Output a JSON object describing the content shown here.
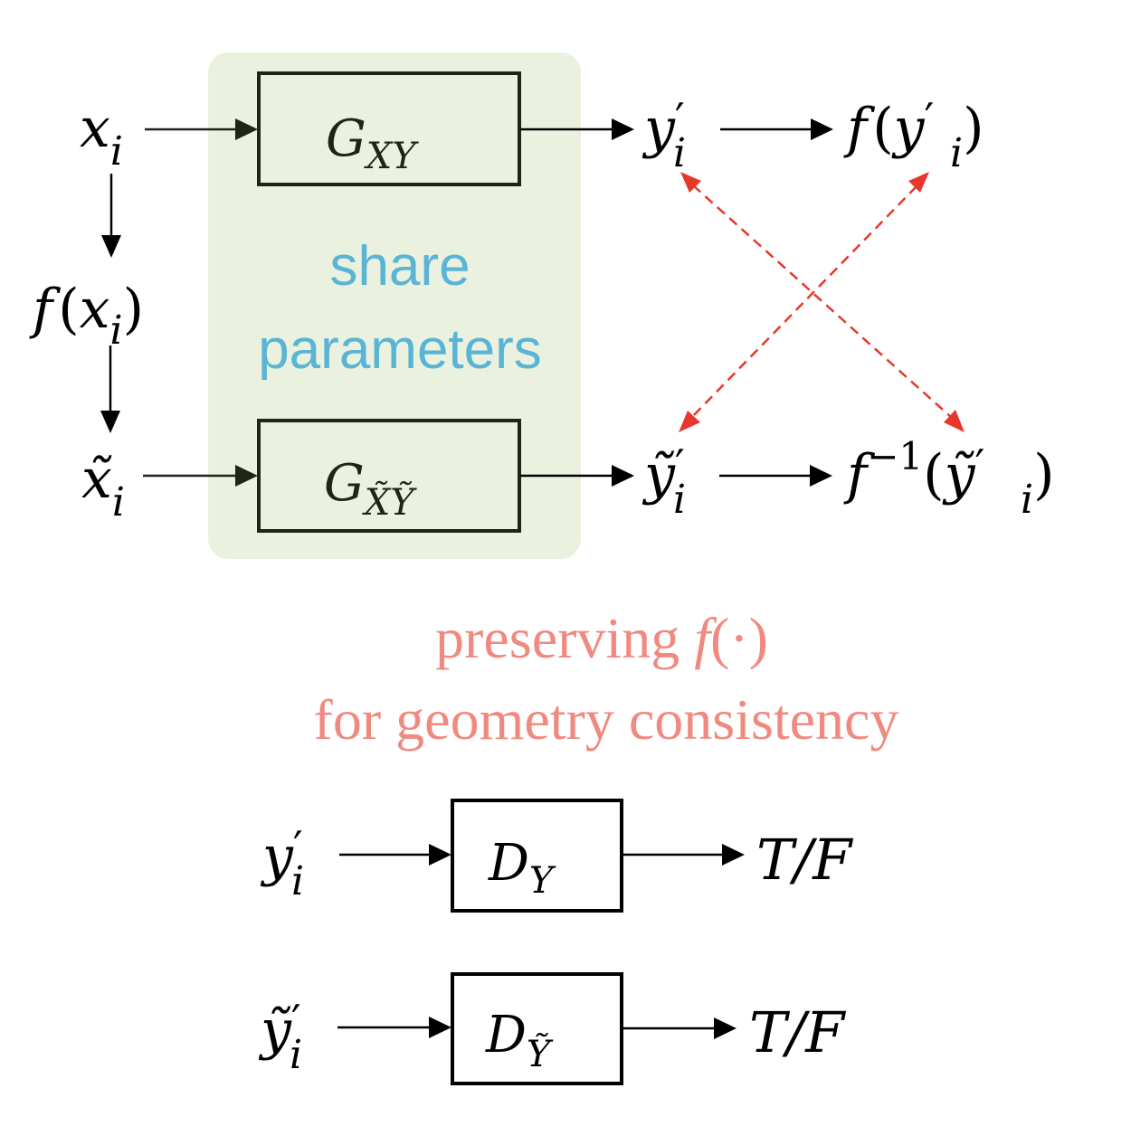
{
  "diagram": {
    "shared_panel": {
      "line1": "share",
      "line2": "parameters",
      "color": "#eaf2df",
      "text_color": "#5ab4d6"
    },
    "generators": [
      {
        "base": "G",
        "sub": "XY"
      },
      {
        "base": "G",
        "sub": "X̃Ỹ"
      }
    ],
    "left_column": {
      "x_top": {
        "base": "x",
        "sub": "i"
      },
      "f_of_x": {
        "fn": "f",
        "open": "(",
        "base": "x",
        "sub": "i",
        "close": ")"
      },
      "x_tilde": {
        "base": "x̃",
        "sub": "i"
      }
    },
    "outputs": {
      "y_prime": {
        "base": "y",
        "sup": "′",
        "sub": "i"
      },
      "f_y_prime": {
        "fn": "f",
        "open": "(",
        "base": "y",
        "sup": "′",
        "sub": "i",
        "close": ")"
      },
      "y_tilde_prime": {
        "base": "ỹ",
        "sup": "′",
        "sub": "i"
      },
      "f_inv_y_tilde": {
        "fn": "f",
        "fn_sup": "−1",
        "open": "(",
        "base": "ỹ",
        "sup": "′",
        "sub": "i",
        "close": ")"
      }
    },
    "consistency_links": {
      "color": "#e8372a",
      "style": "dashed",
      "bidirectional": true
    },
    "caption": {
      "line1_text": "preserving ",
      "line1_math": "f",
      "line1_arg": "(·)",
      "line2": "for geometry consistency",
      "color": "#f08a80"
    },
    "discriminators": [
      {
        "input_base": "y",
        "input_sup": "′",
        "input_sub": "i",
        "base": "D",
        "sub": "Y",
        "output": "T/F"
      },
      {
        "input_base": "ỹ",
        "input_sup": "′",
        "input_sub": "i",
        "base": "D",
        "sub": "Ỹ",
        "output": "T/F"
      }
    ]
  }
}
